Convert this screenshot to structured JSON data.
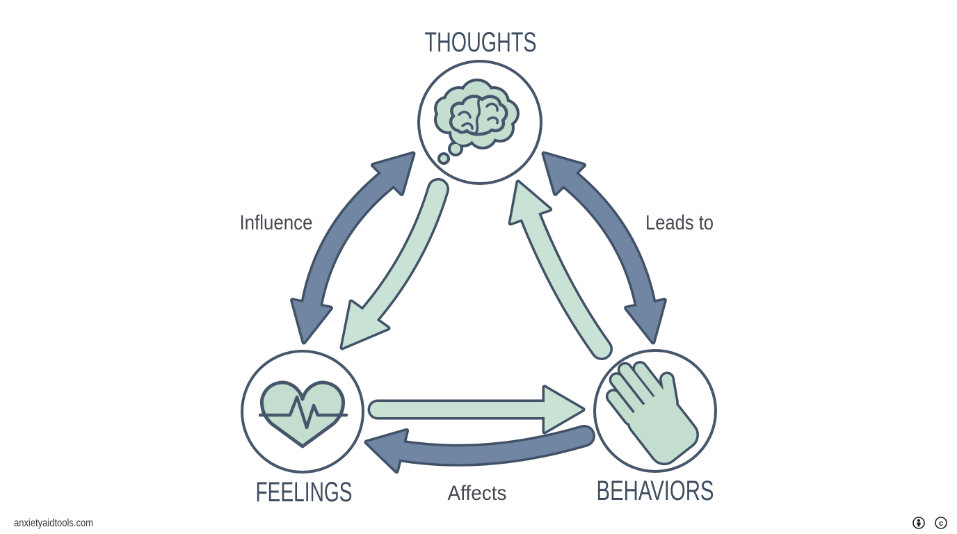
{
  "diagram": {
    "type": "cbt-triangle",
    "background": "#ffffff",
    "nodes": {
      "thoughts": {
        "label": "THOUGHTS",
        "icon": "thought-cloud-brain",
        "position": "top-center"
      },
      "feelings": {
        "label": "FEELINGS",
        "icon": "heart-heartbeat",
        "position": "bottom-left"
      },
      "behaviors": {
        "label": "BEHAVIORS",
        "icon": "hand",
        "position": "bottom-right"
      }
    },
    "edges": {
      "influence": {
        "label": "Influence",
        "between": "feelings-thoughts",
        "side": "left"
      },
      "leads_to": {
        "label": "Leads to",
        "between": "behaviors-thoughts",
        "side": "right"
      },
      "affects": {
        "label": "Affects",
        "between": "behaviors-feelings",
        "side": "bottom"
      },
      "arrows": [
        {
          "name": "feelings-thoughts-dark",
          "style": "double-headed-curved",
          "color": "#7186a3"
        },
        {
          "name": "thoughts-feelings-green",
          "style": "single-curved",
          "color": "#c8e2d5"
        },
        {
          "name": "behaviors-thoughts-dark",
          "style": "double-headed-curved",
          "color": "#7186a3"
        },
        {
          "name": "behaviors-thoughts-green",
          "style": "single-curved",
          "color": "#c8e2d5"
        },
        {
          "name": "feelings-behaviors-green",
          "style": "single-straight",
          "color": "#c8e2d5"
        },
        {
          "name": "behaviors-feelings-dark",
          "style": "single-curved",
          "color": "#7186a3"
        }
      ]
    },
    "colors": {
      "outline": "#415267",
      "dark_arrow_fill": "#7186a3",
      "green_fill": "#c8e2d5",
      "icon_fill": "#c3decf",
      "node_label": "#3e4e60",
      "edge_label": "#44484f"
    }
  },
  "footer": {
    "watermark": "anxietyaidtools.com",
    "attribution_icon": "person-in-circle",
    "copyright_symbol": "c"
  }
}
